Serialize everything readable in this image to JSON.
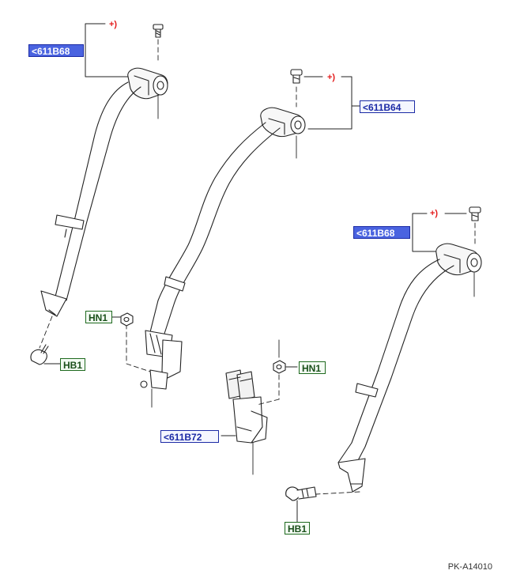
{
  "diagram": {
    "background": "#ffffff",
    "line_color": "#222222",
    "accent_blue": "#3c57e6",
    "accent_green": "#2e7d32",
    "accent_red": "#e31b1b",
    "callouts": {
      "ref_b68_top_left": "<611B68",
      "ref_b64": "<611B64",
      "ref_b68_right": "<611B68",
      "ref_b72": "<611B72",
      "hn1_left": "HN1",
      "hn1_right": "HN1",
      "hb1_left": "HB1",
      "hb1_right": "HB1"
    },
    "torque_marks": {
      "left": "+)",
      "center": "+)",
      "right": "+)"
    },
    "figure_id": "PK-A14010",
    "icons": [
      "bolt-icon",
      "nut-icon",
      "seatbelt-retractor-icon",
      "buckle-icon"
    ]
  }
}
